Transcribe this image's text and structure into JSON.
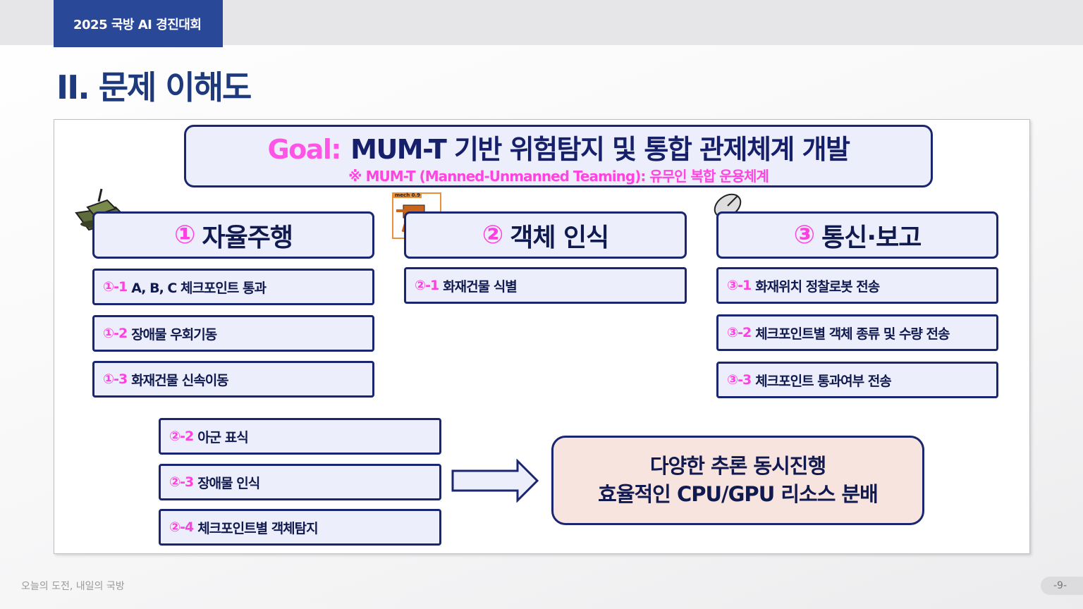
{
  "header": {
    "tab": "2025 국방 AI 경진대회",
    "title": "II. 문제 이해도"
  },
  "goal": {
    "label": "Goal:",
    "text": "MUM-T 기반 위험탐지 및 통합 관제체계 개발",
    "note": "※ MUM-T (Manned-Unmanned Teaming): 유무인 복합 운용체계"
  },
  "detection": {
    "label": "mech 0.9"
  },
  "columns": [
    {
      "num": "①",
      "title": "자율주행",
      "items": [
        {
          "num": "①-1",
          "text": "A, B, C 체크포인트 통과"
        },
        {
          "num": "①-2",
          "text": "장애물 우회기동"
        },
        {
          "num": "①-3",
          "text": "화재건물 신속이동"
        }
      ]
    },
    {
      "num": "②",
      "title": "객체 인식",
      "items": [
        {
          "num": "②-1",
          "text": "화재건물 식별"
        },
        {
          "num": "②-2",
          "text": "아군 표식"
        },
        {
          "num": "②-3",
          "text": "장애물 인식"
        },
        {
          "num": "②-4",
          "text": "체크포인트별 객체탐지"
        }
      ]
    },
    {
      "num": "③",
      "title": "통신·보고",
      "items": [
        {
          "num": "③-1",
          "text": "화재위치 정찰로봇 전송"
        },
        {
          "num": "③-2",
          "text": "체크포인트별 객체 종류 및 수량 전송"
        },
        {
          "num": "③-3",
          "text": "체크포인트 통과여부 전송"
        }
      ]
    }
  ],
  "result": {
    "line1": "다양한 추론 동시진행",
    "line2": "효율적인 CPU/GPU 리소스 분배"
  },
  "footer": {
    "slogan": "오늘의 도전, 내일의 국방",
    "page": "-9-"
  }
}
